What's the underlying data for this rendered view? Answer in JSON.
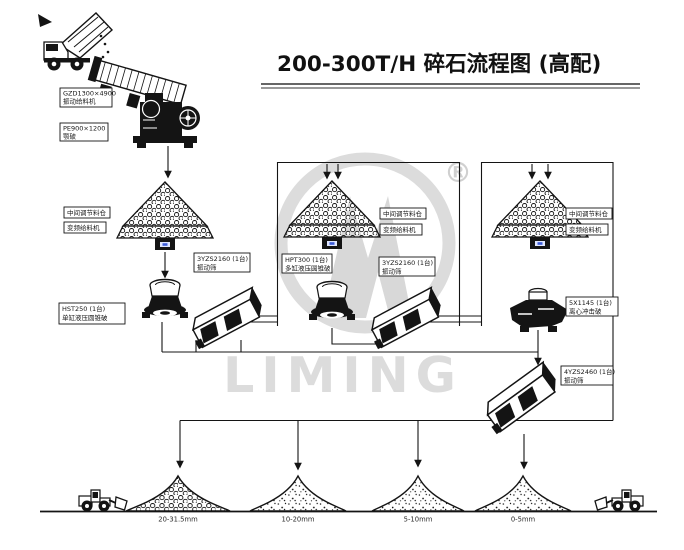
{
  "title": "200-300T/H  碎石流程图 (高配)",
  "watermark": {
    "brand": "LIMING",
    "registered": "®",
    "color": "#dcdcdc"
  },
  "labels": {
    "feeder": {
      "line1": "GZD1300×4900",
      "line2": "振动给料机"
    },
    "jaw": {
      "line1": "PE900×1200",
      "line2": "颚破"
    },
    "hopper1": {
      "line1": "中间调节料仓",
      "line2": "变频给料机"
    },
    "hopper2": {
      "line1": "中间调节料仓",
      "line2": "变频给料机"
    },
    "hopper3": {
      "line1": "中间调节料仓",
      "line2": "变频给料机"
    },
    "cone1": {
      "line1": "HST250 (1台)",
      "line2": "单缸液压圆锥破"
    },
    "screen1": {
      "line1": "3YZS2160 (1台)",
      "line2": "振动筛"
    },
    "cone2": {
      "line1": "HPT300 (1台)",
      "line2": "多缸液压圆锥破"
    },
    "screen2": {
      "line1": "3YZS2160 (1台)",
      "line2": "振动筛"
    },
    "vsi": {
      "line1": "5X1145 (1台)",
      "line2": "离心冲击破"
    },
    "screen3": {
      "line1": "4YZS2460 (1台)",
      "line2": "振动筛"
    }
  },
  "products": [
    "20-31.5mm",
    "10-20mm",
    "5-10mm",
    "0-5mm"
  ],
  "colors": {
    "line": "#141414",
    "background": "#ffffff",
    "watermark": "#dcdcdc"
  }
}
